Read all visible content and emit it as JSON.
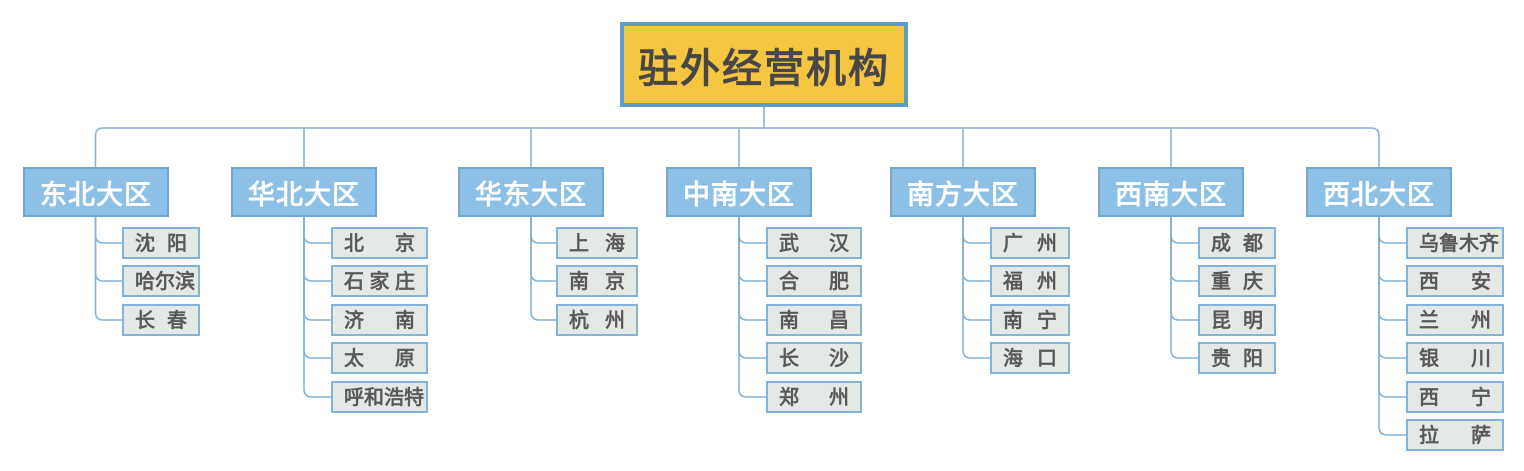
{
  "root": {
    "label": "驻外经营机构"
  },
  "regions": [
    {
      "label": "东北大区",
      "cities": [
        "沈阳",
        "哈尔滨",
        "长春"
      ]
    },
    {
      "label": "华北大区",
      "cities": [
        "北京",
        "石家庄",
        "济南",
        "太原",
        "呼和浩特"
      ]
    },
    {
      "label": "华东大区",
      "cities": [
        "上海",
        "南京",
        "杭州"
      ]
    },
    {
      "label": "中南大区",
      "cities": [
        "武汉",
        "合肥",
        "南昌",
        "长沙",
        "郑州"
      ]
    },
    {
      "label": "南方大区",
      "cities": [
        "广州",
        "福州",
        "南宁",
        "海口"
      ]
    },
    {
      "label": "西南大区",
      "cities": [
        "成都",
        "重庆",
        "昆明",
        "贵阳"
      ]
    },
    {
      "label": "西北大区",
      "cities": [
        "乌鲁木齐",
        "西安",
        "兰州",
        "银川",
        "西宁",
        "拉萨"
      ]
    }
  ],
  "colors": {
    "root_fill": "#F6C642",
    "root_border": "#5E9CC8",
    "root_text": "#474747",
    "region_fill": "#8CC0E6",
    "region_border": "#6FA7D2",
    "region_text": "#FFFFFF",
    "city_fill": "#E5E9E6",
    "city_border": "#85B2D9",
    "city_text": "#595959",
    "connector": "#85B2D9"
  }
}
